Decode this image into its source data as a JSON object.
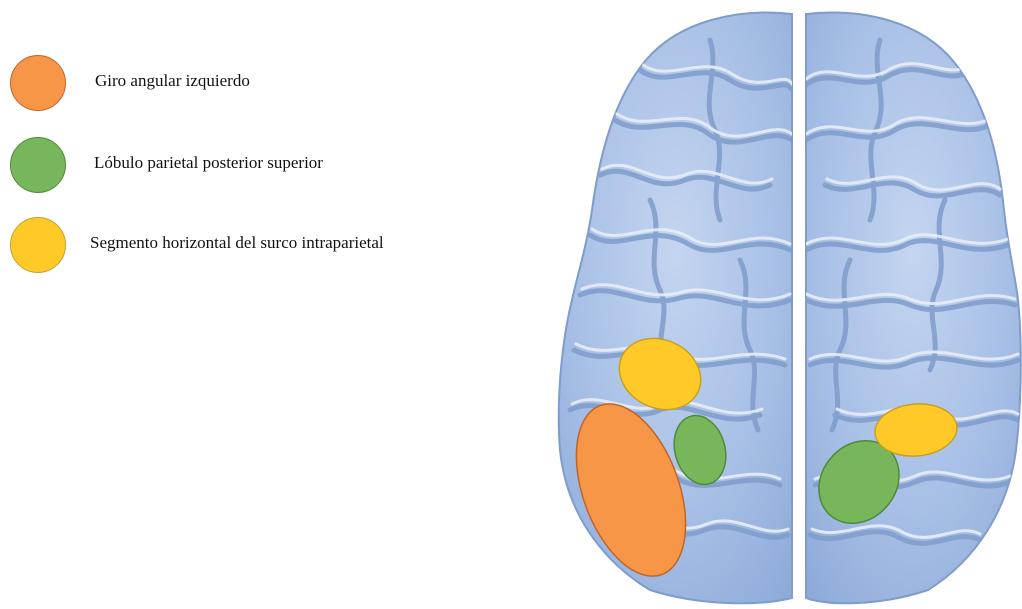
{
  "legend": {
    "items": [
      {
        "label": "Giro angular izquierdo",
        "color": "#F79646",
        "border": "#C0652A"
      },
      {
        "label": "Lóbulo parietal posterior superior",
        "color": "#77B65A",
        "border": "#4E8A3A"
      },
      {
        "label": "Segmento horizontal del surco intraparietal",
        "color": "#FFCA28",
        "border": "#C8A020"
      }
    ]
  },
  "brain": {
    "view": "superior",
    "tissue_color": "#A7BFE6",
    "highlight_color": "#E7EEF9",
    "shadow_color": "#7F9CCB"
  }
}
